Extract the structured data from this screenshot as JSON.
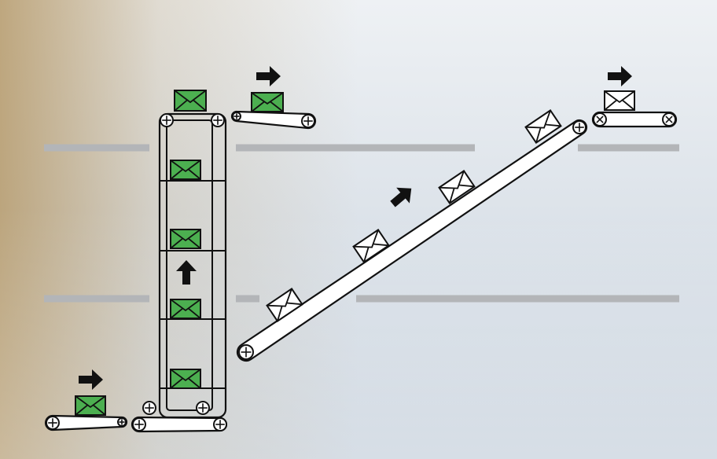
{
  "diagram": {
    "subject": "conveyor-system",
    "colors": {
      "background_top": "#eef1f4",
      "background_bottom": "#c9d3de",
      "warehouse_tint": "#b69a6a",
      "floor_line": "#b3b5b8",
      "belt_stroke": "#111111",
      "belt_fill": "#ffffff",
      "package_fill": "#4caf50",
      "package_stroke": "#111111",
      "envelope_fill": "#ffffff",
      "arrow_fill": "#111111"
    },
    "icons": {
      "package": "green-envelope-package-icon",
      "envelope": "white-envelope-icon",
      "arrow": "direction-arrow-icon",
      "roller_plus": "roller-plus-icon",
      "roller_cross": "roller-cross-icon"
    },
    "flow_direction_sequence": [
      "right",
      "up",
      "right",
      "up-right",
      "right"
    ]
  }
}
